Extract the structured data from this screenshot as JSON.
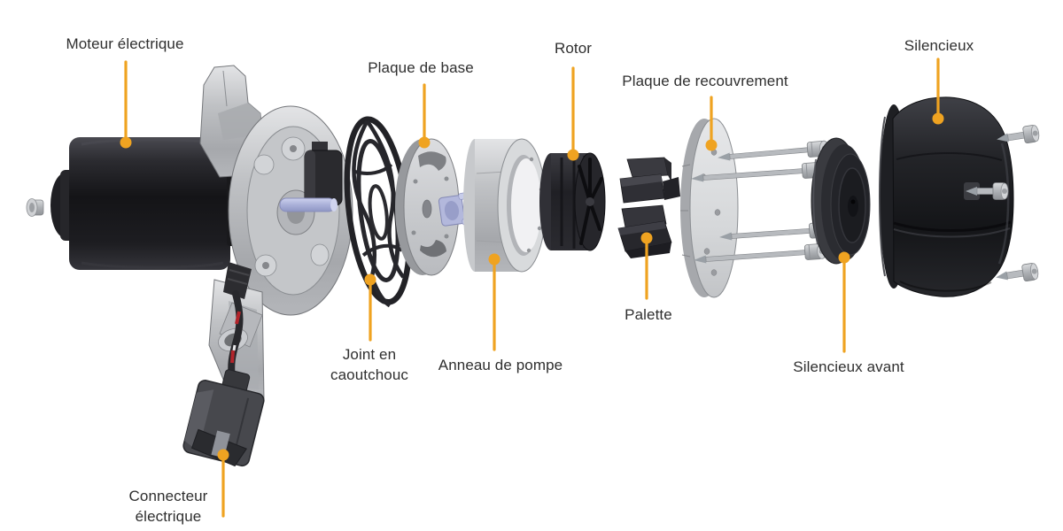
{
  "diagram": {
    "type": "exploded-view-parts-diagram",
    "background": "#ffffff",
    "accent": "#EFA321",
    "text_color": "#2f2f2f",
    "callouts": [
      {
        "id": "moteur-electrique",
        "lines": [
          "Moteur électrique"
        ]
      },
      {
        "id": "plaque-de-base",
        "lines": [
          "Plaque de base"
        ]
      },
      {
        "id": "rotor",
        "lines": [
          "Rotor"
        ]
      },
      {
        "id": "plaque-de-recouvrement",
        "lines": [
          "Plaque de recouvrement"
        ]
      },
      {
        "id": "silencieux",
        "lines": [
          "Silencieux"
        ]
      },
      {
        "id": "joint-en-caoutchouc",
        "lines": [
          "Joint en",
          "caoutchouc"
        ]
      },
      {
        "id": "anneau-de-pompe",
        "lines": [
          "Anneau de pompe"
        ]
      },
      {
        "id": "palette",
        "lines": [
          "Palette"
        ]
      },
      {
        "id": "silencieux-avant",
        "lines": [
          "Silencieux avant"
        ]
      },
      {
        "id": "connecteur-electrique",
        "lines": [
          "Connecteur",
          "électrique"
        ]
      }
    ]
  }
}
